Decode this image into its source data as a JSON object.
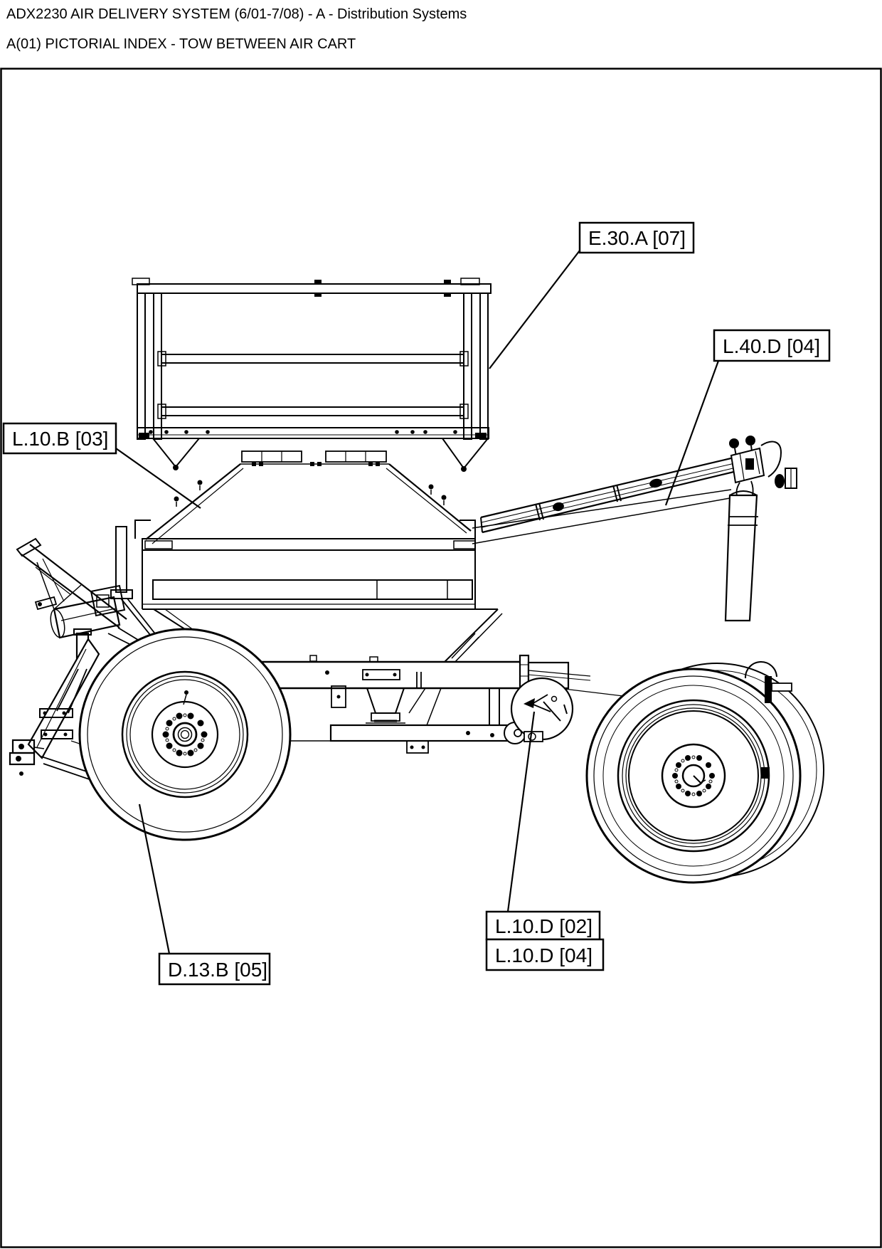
{
  "page": {
    "header_line1": "ADX2230 AIR DELIVERY SYSTEM (6/01-7/08) - A - Distribution Systems",
    "header_line2": "A(01) PICTORIAL INDEX - TOW BETWEEN AIR CART"
  },
  "figure": {
    "type": "pictorial-index-line-drawing",
    "subject": "tow-between air cart"
  },
  "callouts": {
    "e30a": {
      "label": "E.30.A [07]"
    },
    "l40d": {
      "label": "L.40.D [04]"
    },
    "l10b": {
      "label": "L.10.B [03]"
    },
    "l10d_02": {
      "label": "L.10.D [02]"
    },
    "l10d_04": {
      "label": "L.10.D [04]"
    },
    "d13b": {
      "label": "D.13.B [05]"
    }
  },
  "colors": {
    "line": "#000000",
    "background": "#ffffff"
  }
}
